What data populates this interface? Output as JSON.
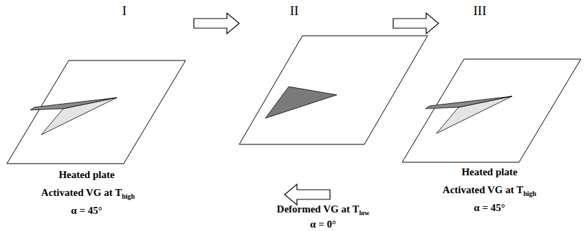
{
  "diagram": {
    "labels": [
      "I",
      "II",
      "III",
      "Heated plate",
      "Activated VG at Thigh",
      "α = 45°",
      "Deformed VG at Tlow",
      "α = 0°",
      "Heated plate",
      "Activated VG at Thigh",
      "α = 45°"
    ]
  }
}
